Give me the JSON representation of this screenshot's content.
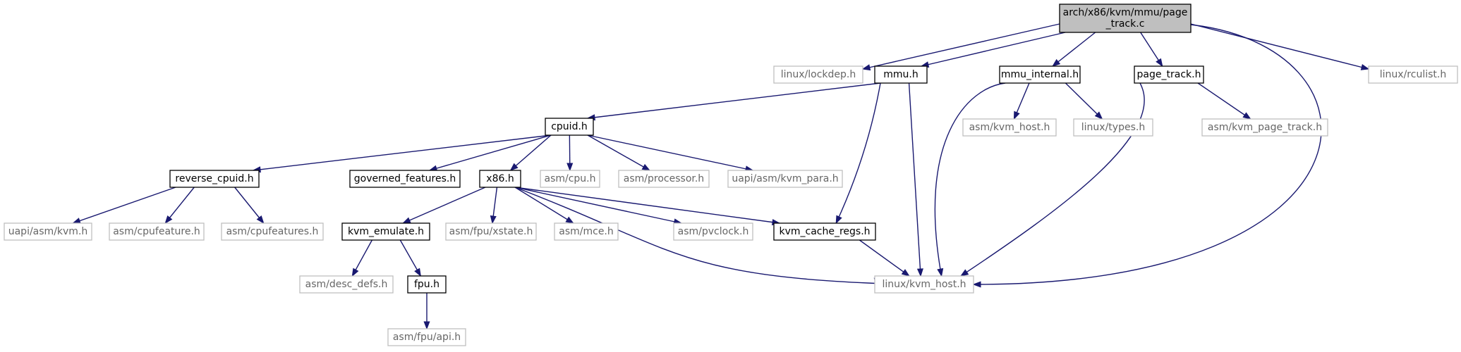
{
  "graph": {
    "title": "",
    "colors": {
      "edge": "#191970",
      "root_fill": "#bfbfbf",
      "node_border": "#000000",
      "external_border": "#bfbfbf",
      "external_text": "#666666"
    },
    "nodes": [
      {
        "id": "root",
        "lines": [
          "arch/x86/kvm/mmu/page",
          "_track.c"
        ],
        "style": "root"
      },
      {
        "id": "lockdep",
        "lines": [
          "linux/lockdep.h"
        ],
        "style": "external"
      },
      {
        "id": "mmu",
        "lines": [
          "mmu.h"
        ],
        "style": "solid"
      },
      {
        "id": "mmu_internal",
        "lines": [
          "mmu_internal.h"
        ],
        "style": "solid"
      },
      {
        "id": "page_track",
        "lines": [
          "page_track.h"
        ],
        "style": "solid"
      },
      {
        "id": "rculist",
        "lines": [
          "linux/rculist.h"
        ],
        "style": "external"
      },
      {
        "id": "cpuid",
        "lines": [
          "cpuid.h"
        ],
        "style": "solid"
      },
      {
        "id": "asm_kvm_host",
        "lines": [
          "asm/kvm_host.h"
        ],
        "style": "external"
      },
      {
        "id": "linux_types",
        "lines": [
          "linux/types.h"
        ],
        "style": "external"
      },
      {
        "id": "asm_kvm_page_track",
        "lines": [
          "asm/kvm_page_track.h"
        ],
        "style": "external"
      },
      {
        "id": "reverse_cpuid",
        "lines": [
          "reverse_cpuid.h"
        ],
        "style": "solid"
      },
      {
        "id": "governed_features",
        "lines": [
          "governed_features.h"
        ],
        "style": "solid"
      },
      {
        "id": "x86",
        "lines": [
          "x86.h"
        ],
        "style": "solid"
      },
      {
        "id": "asm_cpu",
        "lines": [
          "asm/cpu.h"
        ],
        "style": "external"
      },
      {
        "id": "asm_processor",
        "lines": [
          "asm/processor.h"
        ],
        "style": "external"
      },
      {
        "id": "uapi_kvm_para",
        "lines": [
          "uapi/asm/kvm_para.h"
        ],
        "style": "external"
      },
      {
        "id": "uapi_kvm",
        "lines": [
          "uapi/asm/kvm.h"
        ],
        "style": "external"
      },
      {
        "id": "asm_cpufeature",
        "lines": [
          "asm/cpufeature.h"
        ],
        "style": "external"
      },
      {
        "id": "asm_cpufeatures",
        "lines": [
          "asm/cpufeatures.h"
        ],
        "style": "external"
      },
      {
        "id": "kvm_emulate",
        "lines": [
          "kvm_emulate.h"
        ],
        "style": "solid"
      },
      {
        "id": "fpu_xstate",
        "lines": [
          "asm/fpu/xstate.h"
        ],
        "style": "external"
      },
      {
        "id": "asm_mce",
        "lines": [
          "asm/mce.h"
        ],
        "style": "external"
      },
      {
        "id": "asm_pvclock",
        "lines": [
          "asm/pvclock.h"
        ],
        "style": "external"
      },
      {
        "id": "kvm_cache_regs",
        "lines": [
          "kvm_cache_regs.h"
        ],
        "style": "solid"
      },
      {
        "id": "desc_defs",
        "lines": [
          "asm/desc_defs.h"
        ],
        "style": "external"
      },
      {
        "id": "fpu_h",
        "lines": [
          "fpu.h"
        ],
        "style": "solid"
      },
      {
        "id": "linux_kvm_host",
        "lines": [
          "linux/kvm_host.h"
        ],
        "style": "external"
      },
      {
        "id": "fpu_api",
        "lines": [
          "asm/fpu/api.h"
        ],
        "style": "external"
      }
    ],
    "edges": [
      [
        "root",
        "lockdep"
      ],
      [
        "root",
        "mmu"
      ],
      [
        "root",
        "mmu_internal"
      ],
      [
        "root",
        "page_track"
      ],
      [
        "root",
        "linux_kvm_host"
      ],
      [
        "root",
        "rculist"
      ],
      [
        "mmu",
        "cpuid"
      ],
      [
        "mmu",
        "kvm_cache_regs"
      ],
      [
        "mmu",
        "linux_kvm_host"
      ],
      [
        "mmu_internal",
        "linux_kvm_host"
      ],
      [
        "mmu_internal",
        "asm_kvm_host"
      ],
      [
        "mmu_internal",
        "linux_types"
      ],
      [
        "page_track",
        "linux_kvm_host"
      ],
      [
        "page_track",
        "asm_kvm_page_track"
      ],
      [
        "cpuid",
        "reverse_cpuid"
      ],
      [
        "cpuid",
        "governed_features"
      ],
      [
        "cpuid",
        "x86"
      ],
      [
        "cpuid",
        "asm_cpu"
      ],
      [
        "cpuid",
        "asm_processor"
      ],
      [
        "cpuid",
        "uapi_kvm_para"
      ],
      [
        "reverse_cpuid",
        "uapi_kvm"
      ],
      [
        "reverse_cpuid",
        "asm_cpufeature"
      ],
      [
        "reverse_cpuid",
        "asm_cpufeatures"
      ],
      [
        "x86",
        "kvm_emulate"
      ],
      [
        "x86",
        "fpu_xstate"
      ],
      [
        "x86",
        "asm_mce"
      ],
      [
        "x86",
        "asm_pvclock"
      ],
      [
        "x86",
        "kvm_cache_regs"
      ],
      [
        "x86",
        "linux_kvm_host"
      ],
      [
        "kvm_emulate",
        "desc_defs"
      ],
      [
        "kvm_emulate",
        "fpu_h"
      ],
      [
        "fpu_h",
        "fpu_api"
      ],
      [
        "kvm_cache_regs",
        "linux_kvm_host"
      ]
    ]
  }
}
